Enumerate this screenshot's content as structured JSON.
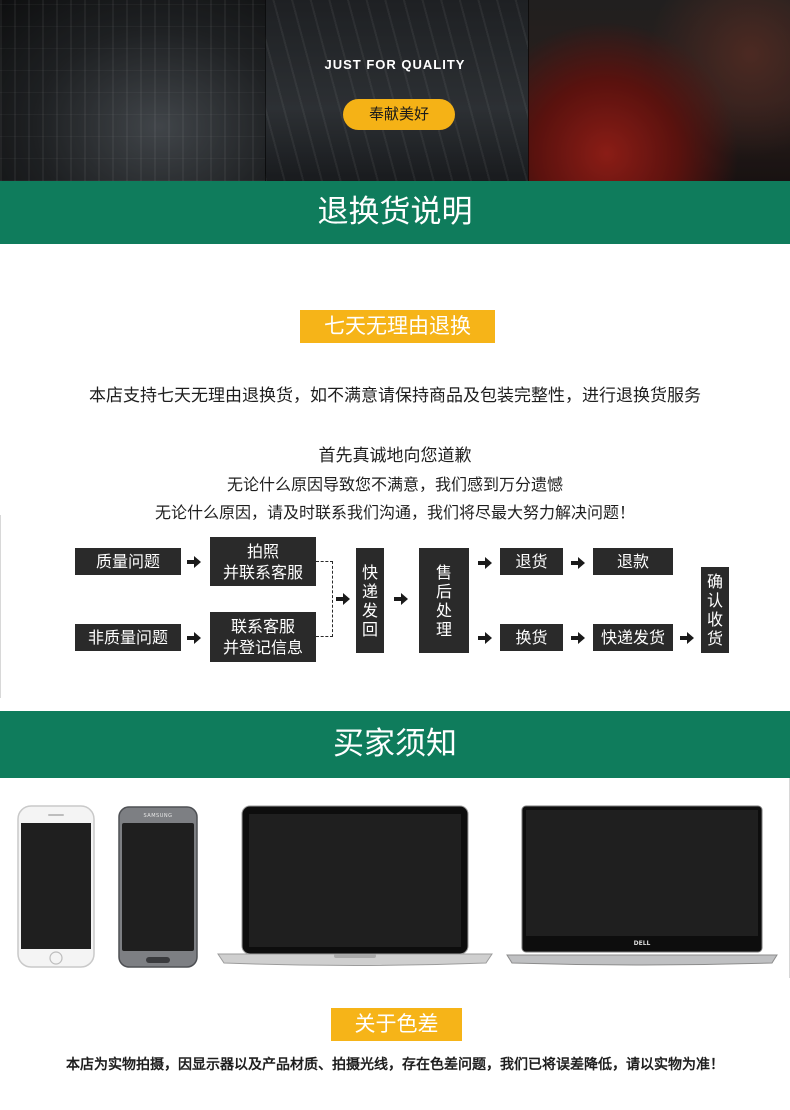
{
  "hero": {
    "title": "JUST FOR QUALITY",
    "button": "奉献美好"
  },
  "returns_section": {
    "header": "退换货说明",
    "tag": "七天无理由退换",
    "support_text": "本店支持七天无理由退换货，如不满意请保持商品及包装完整性，进行退换货服务",
    "apology": "首先真诚地向您道歉",
    "regret": "无论什么原因导致您不满意，我们感到万分遗憾",
    "contact": "无论什么原因，请及时联系我们沟通，我们将尽最大努力解决问题！"
  },
  "flow": {
    "quality_issue": "质量问题",
    "photo_line1": "拍照",
    "photo_line2": "并联系客服",
    "non_quality_issue": "非质量问题",
    "contact_line1": "联系客服",
    "contact_line2": "并登记信息",
    "express_return": [
      "快",
      "递",
      "发",
      "回"
    ],
    "after_sales": [
      "售",
      "后",
      "处",
      "理"
    ],
    "return_goods": "退货",
    "refund": "退款",
    "exchange": "换货",
    "express_ship": "快递发货",
    "confirm_receipt": [
      "确",
      "认",
      "收",
      "货"
    ]
  },
  "notice_section": {
    "header": "买家须知",
    "phone_brand": "SAMSUNG",
    "laptop_brand": "DELL",
    "tag": "关于色差",
    "note": "本店为实物拍摄，因显示器以及产品材质、拍摄光线，存在色差问题，我们已将误差降低，请以实物为准！"
  },
  "colors": {
    "green": "#0f7c5c",
    "yellow": "#f6b418",
    "dark_box": "#2a2a2a"
  }
}
